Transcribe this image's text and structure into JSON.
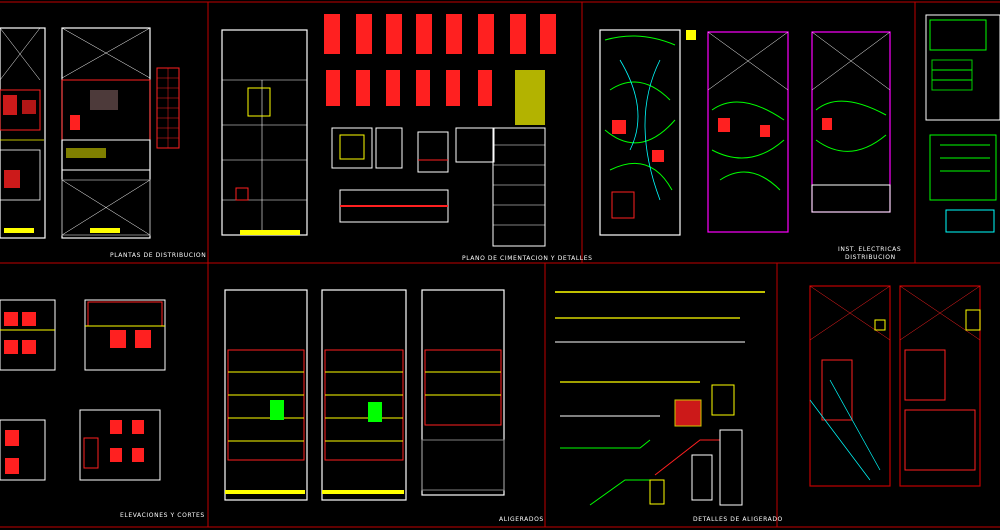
{
  "panels": [
    {
      "id": "plantas",
      "label": "PLANTAS DE DISTRIBUCION"
    },
    {
      "id": "cimentacion",
      "label": "PLANO DE CIMENTACION Y DETALLES"
    },
    {
      "id": "electricas",
      "label": "INST. ELECTRICAS",
      "label2": "DISTRIBUCION"
    },
    {
      "id": "elevaciones",
      "label": "ELEVACIONES Y CORTES"
    },
    {
      "id": "aligerados",
      "label": "ALIGERADOS"
    },
    {
      "id": "detalles",
      "label": "DETALLES DE ALIGERADO"
    }
  ],
  "colors": {
    "background": "#000000",
    "frame": "#c00000",
    "wall": "#ffffff",
    "accent_red": "#ff2020",
    "accent_yellow": "#ffff00",
    "accent_green": "#00ff00",
    "accent_magenta": "#ff00ff",
    "accent_cyan": "#00ffff"
  }
}
